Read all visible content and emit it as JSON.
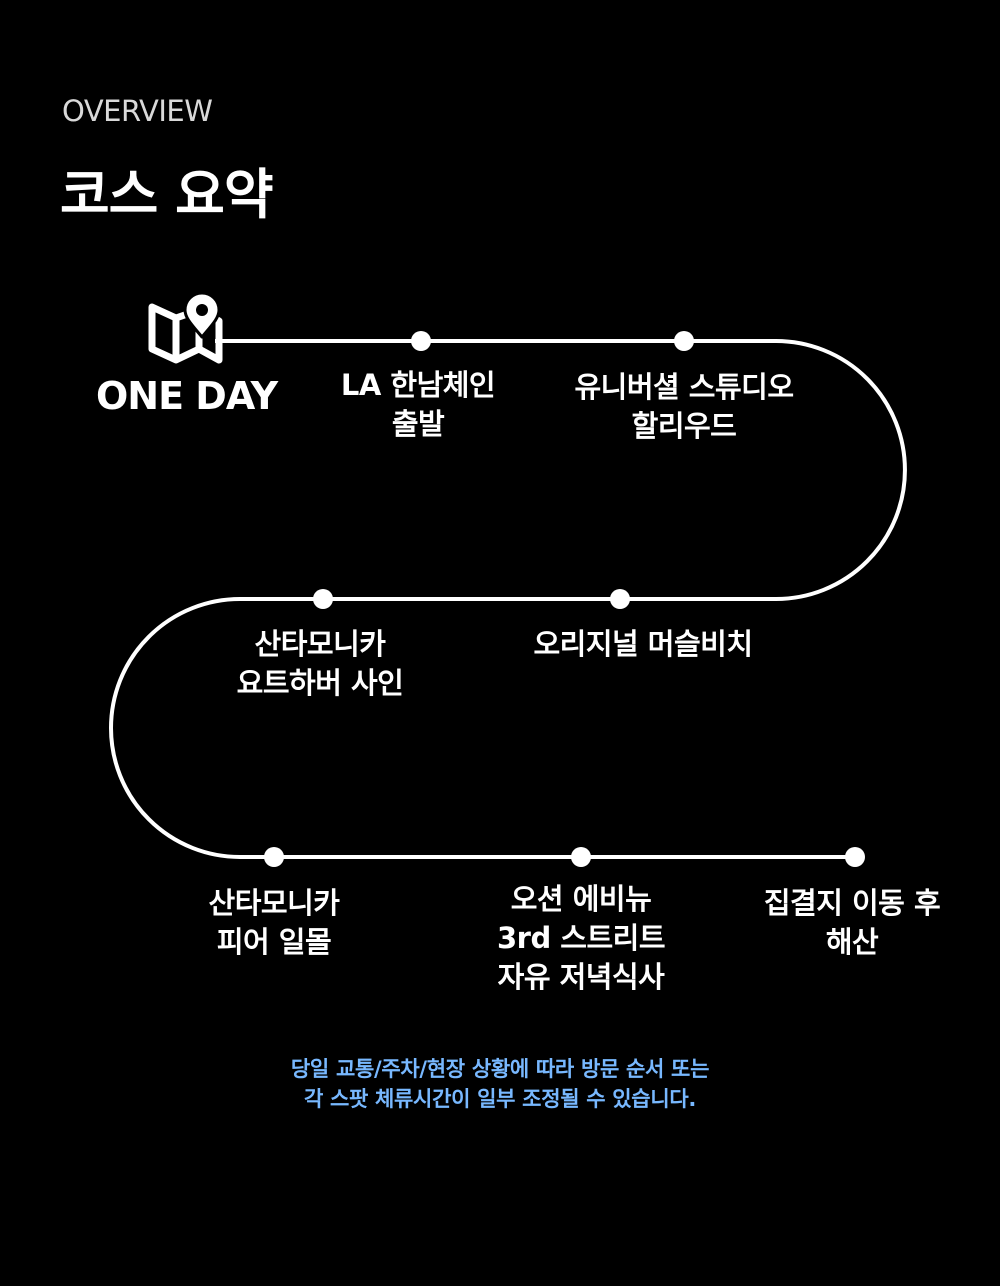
{
  "header": {
    "eyebrow": "OVERVIEW",
    "title": "코스 요약"
  },
  "badge": {
    "label": "ONE DAY",
    "icon": "map-pin-icon"
  },
  "stops": [
    {
      "lines": [
        "LA 한남체인",
        "출발"
      ]
    },
    {
      "lines": [
        "유니버셜 스튜디오",
        "할리우드"
      ]
    },
    {
      "lines": [
        "오리지널 머슬비치"
      ]
    },
    {
      "lines": [
        "산타모니카",
        "요트하버 사인"
      ]
    },
    {
      "lines": [
        "산타모니카",
        "피어 일몰"
      ]
    },
    {
      "lines": [
        "오션 에비뉴",
        "3rd 스트리트",
        "자유 저녁식사"
      ]
    },
    {
      "lines": [
        "집결지 이동 후",
        "해산"
      ]
    }
  ],
  "footnote": {
    "lines": [
      "당일 교통/주차/현장 상황에 따라 방문 순서 또는",
      "각 스팟 체류시간이 일부 조정될 수 있습니다."
    ]
  },
  "colors": {
    "background": "#000000",
    "line": "#ffffff",
    "note": "#78b8ff"
  }
}
